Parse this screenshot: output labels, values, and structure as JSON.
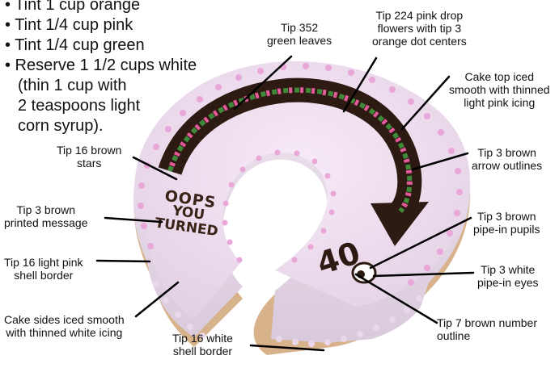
{
  "instructions": [
    "• Tint 1 cup orange",
    "• Tint 1/4 cup pink",
    "• Tint 1/4 cup green",
    "• Reserve 1 1/2 cups white",
    "(thin 1 cup with",
    "2 teaspoons light",
    "corn syrup)."
  ],
  "cake_text": {
    "line1": "OOPS",
    "line2": "YOU",
    "line3": "TURNED",
    "number": "40"
  },
  "labels": {
    "tip352": [
      "Tip 352",
      "green leaves"
    ],
    "tip224": [
      "Tip 224 pink drop",
      "flowers with tip 3",
      "orange dot centers"
    ],
    "cake_top": [
      "Cake top iced",
      "smooth with thinned",
      "light pink icing"
    ],
    "tip16_brown": [
      "Tip 16 brown",
      "stars"
    ],
    "tip3_arrow": [
      "Tip 3 brown",
      "arrow outlines"
    ],
    "tip3_message": [
      "Tip 3 brown",
      "printed message"
    ],
    "tip3_pupils": [
      "Tip 3 brown",
      "pipe-in pupils"
    ],
    "tip16_pink": [
      "Tip 16 light pink",
      "shell border"
    ],
    "tip3_eyes": [
      "Tip 3 white",
      "pipe-in eyes"
    ],
    "sides": [
      "Cake sides iced smooth",
      "with thinned white icing"
    ],
    "tip7": [
      "Tip 7 brown number",
      "outline"
    ],
    "tip16_white": [
      "Tip 16 white",
      "shell border"
    ]
  }
}
